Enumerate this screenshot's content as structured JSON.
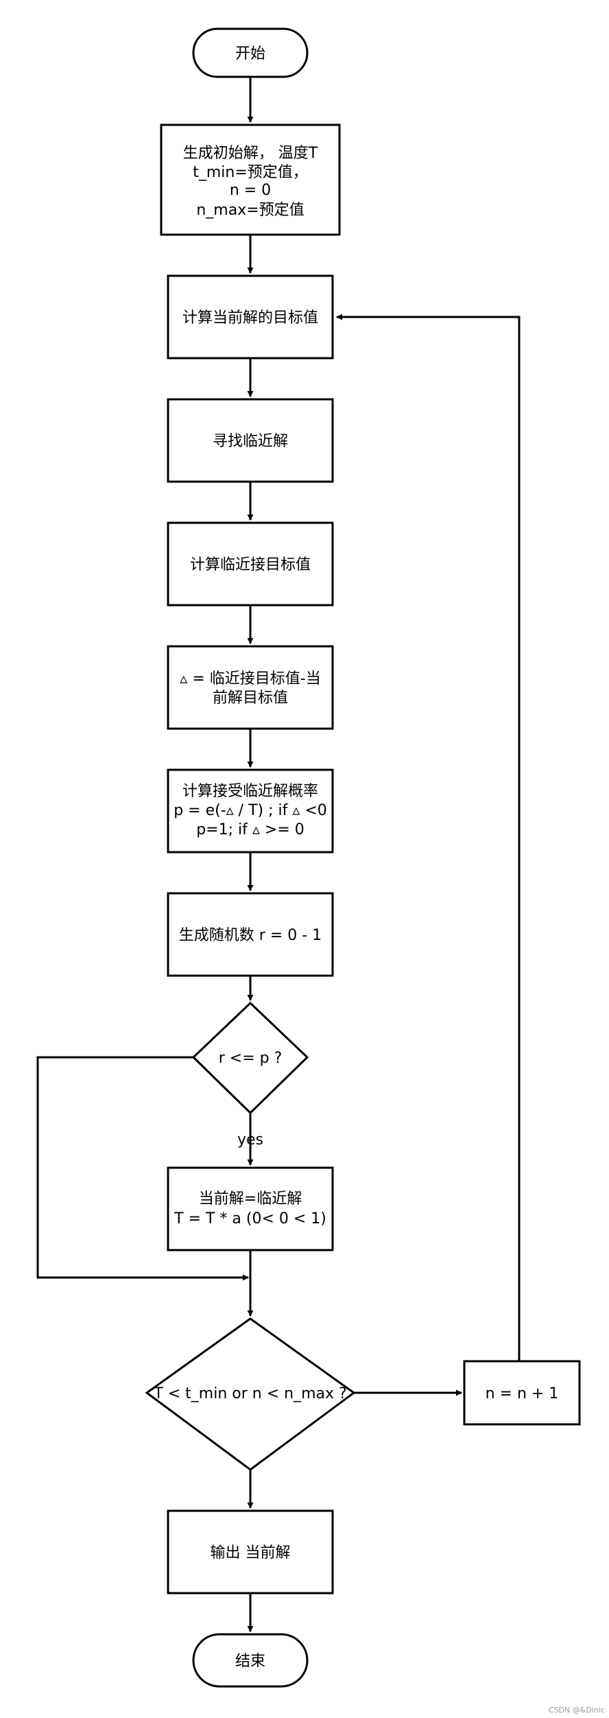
{
  "diagram": {
    "nodes": {
      "start": "开始",
      "init_1": "生成初始解， 温度T",
      "init_2": "t_min=预定值，",
      "init_3": "n = 0",
      "init_4": "n_max=预定值",
      "calc_current": "计算当前解的目标值",
      "find_neighbor": "寻找临近解",
      "calc_neighbor": "计算临近接目标值",
      "delta_1": "▵ = 临近接目标值-当",
      "delta_2": "前解目标值",
      "prob_1": "计算接受临近解概率",
      "prob_2": "p = e(-▵ / T) ; if ▵ <0",
      "prob_3": "p=1; if ▵ >= 0",
      "random_r": "生成随机数 r = 0 - 1",
      "decision_p": "r <= p ?",
      "accept_1": "当前解=临近解",
      "accept_2": "T = T * a (0< 0 < 1)",
      "decision_loop": "T < t_min or n < n_max ?",
      "increment_n": "n = n + 1",
      "output": "输出 当前解",
      "end": "结束"
    },
    "edge_labels": {
      "yes": "yes"
    },
    "watermark": "CSDN @&Dinic"
  }
}
